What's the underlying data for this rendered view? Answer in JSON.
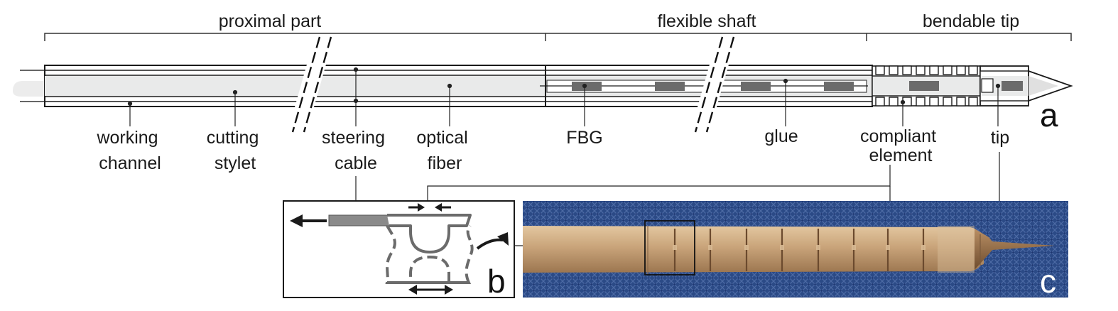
{
  "sections": {
    "proximal": "proximal part",
    "shaft": "flexible shaft",
    "tip": "bendable tip"
  },
  "labels": {
    "working_channel": [
      "working",
      "channel"
    ],
    "cutting_stylet": [
      "cutting",
      "stylet"
    ],
    "steering_cable": [
      "steering",
      "cable"
    ],
    "optical_fiber": [
      "optical",
      "fiber"
    ],
    "fbg": "FBG",
    "glue": "glue",
    "compliant_element": [
      "compliant",
      "element"
    ],
    "tip": "tip"
  },
  "panels": {
    "a": "a",
    "b": "b",
    "c": "c"
  },
  "colors": {
    "outline": "#1a1a1a",
    "channel_fill": "#e9eaea",
    "sensor_gray": "#6b6b6b",
    "photo_blue": "#2b4a86",
    "needle_tan": "#c9a47a"
  }
}
